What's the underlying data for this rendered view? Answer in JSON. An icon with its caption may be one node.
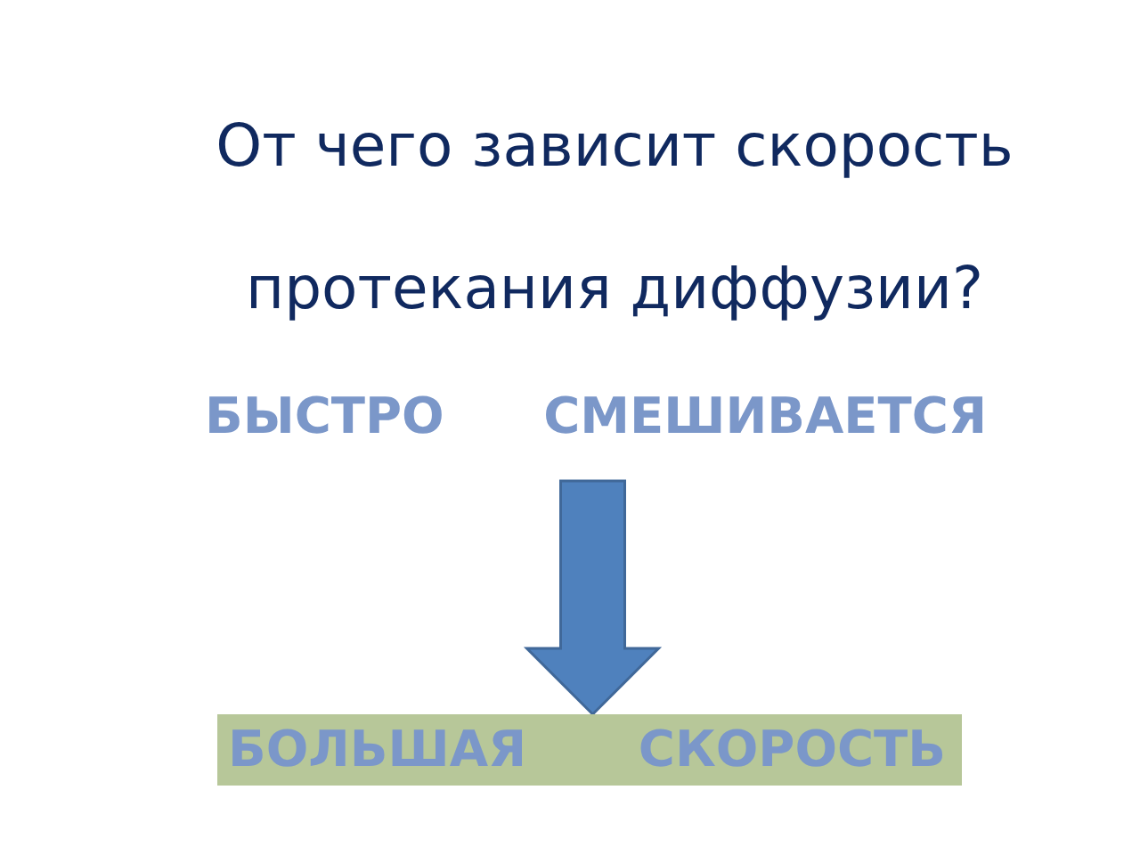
{
  "diagram": {
    "title": "От чего зависит скорость протекания диффузии?",
    "nodes": [
      {
        "text": [
          "БЫСТРО СМЕШИВАЕТСЯ"
        ]
      },
      {
        "text": [
          "БОЛЬШАЯ СКОРОСТЬ"
        ]
      }
    ],
    "edges": [
      {
        "from": 0,
        "to": 1,
        "arrow": "to",
        "style": "thick"
      }
    ]
  }
}
